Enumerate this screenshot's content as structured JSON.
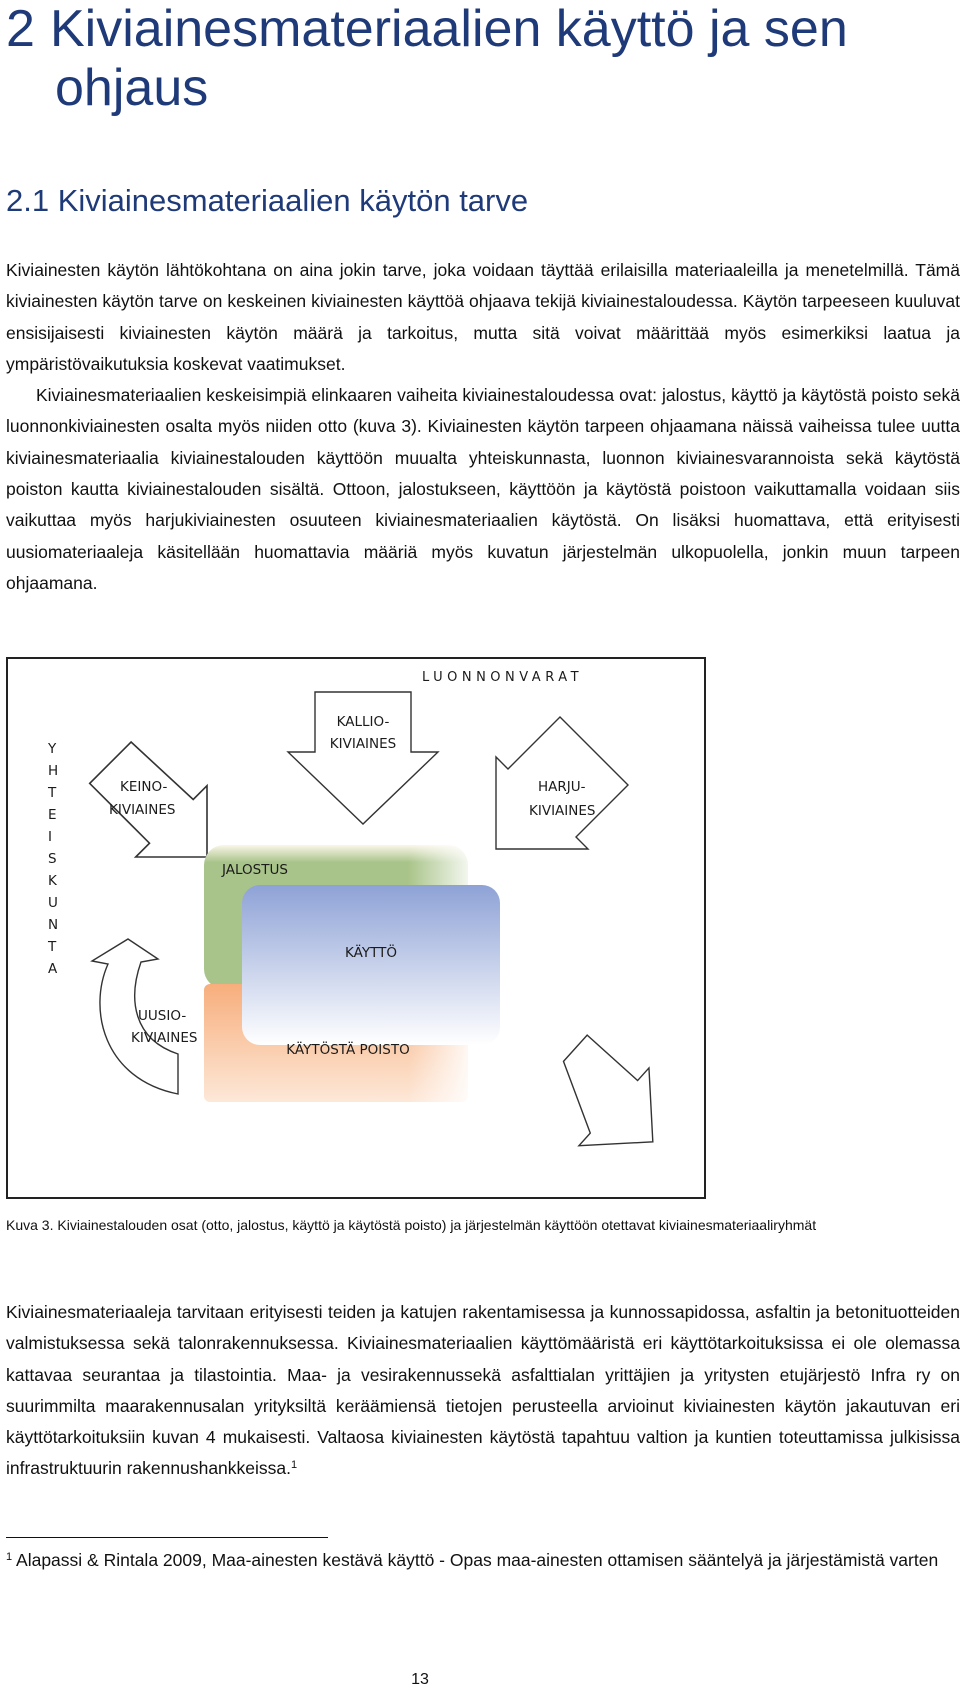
{
  "heading1": {
    "number": "2",
    "title_line1": "Kiviainesmateriaalien käyttö ja sen",
    "title_line2": "ohjaus"
  },
  "heading2": "2.1 Kiviainesmateriaalien käytön tarve",
  "paragraph1": {
    "part1": "Kiviainesten käytön lähtökohtana on aina jokin tarve, joka voidaan täyttää erilaisilla materiaaleilla ja menetelmillä. Tämä kiviainesten käytön tarve on keskeinen kiviainesten käyttöä ohjaava tekijä kiviainestaloudessa. Käytön tarpeeseen kuuluvat ensisijaisesti kiviainesten käytön määrä ja tarkoitus, mutta sitä voivat määrittää myös esimerkiksi laatua ja ympäristövaikutuksia koskevat vaatimukset.",
    "part2": "Kiviainesmateriaalien keskeisimpiä elinkaaren vaiheita kiviainestaloudessa ovat: jalostus, käyttö ja käytöstä poisto sekä luonnonkiviainesten osalta myös niiden otto (kuva 3). Kiviainesten käytön tarpeen ohjaamana näissä vaiheissa tulee uutta kiviainesmateriaalia kiviainestalouden käyttöön muualta yhteiskunnasta, luonnon kiviainesvarannoista sekä käytöstä poiston kautta kiviainestalouden sisältä. Ottoon, jalostukseen, käyttöön ja käytöstä poistoon vaikuttamalla voidaan siis vaikuttaa myös harjukiviainesten osuuteen kiviainesmateriaalien käytöstä. On lisäksi huomattava, että erityisesti uusiomateriaaleja käsitellään huomattavia määriä myös kuvatun järjestelmän ulkopuolella, jonkin muun tarpeen ohjaamana."
  },
  "diagram": {
    "top_label": "LUONNONVARAT",
    "side_label": [
      "Y",
      "H",
      "T",
      "E",
      "I",
      "S",
      "K",
      "U",
      "N",
      "T",
      "A"
    ],
    "kallio": [
      "KALLIO-",
      "KIVIAINES"
    ],
    "keino": [
      "KEINO-",
      "KIVIAINES"
    ],
    "harju": [
      "HARJU-",
      "KIVIAINES"
    ],
    "uusio": [
      "UUSIO-",
      "KIVIAINES"
    ],
    "jalostus": "JALOSTUS",
    "kaytto": "KÄYTTÖ",
    "poisto": "KÄYTÖSTÄ POISTO",
    "colors": {
      "arrow_stroke": "#333333",
      "jalostus_green": "#a9c48a",
      "poisto_orange": "#f7ae7c",
      "kaytto_blue": "#8ea2d6"
    }
  },
  "caption": "Kuva 3. Kiviainestalouden osat (otto, jalostus, käyttö ja käytöstä poisto) ja järjestelmän käyttöön otettavat kiviainesmateriaaliryhmät",
  "paragraph2": {
    "text": "Kiviainesmateriaaleja tarvitaan erityisesti teiden ja katujen rakentamisessa ja kunnossapidossa, asfaltin ja betonituotteiden valmistuksessa sekä talonrakennuksessa. Kiviainesmateriaalien käyttömääristä eri käyttötarkoituksissa ei ole olemassa kattavaa seurantaa ja tilastointia. Maa- ja vesirakennussekä asfalttialan yrittäjien ja yritysten etujärjestö Infra ry on suurimmilta maarakennusalan yrityksiltä keräämiensä tietojen perusteella arvioinut kiviainesten käytön jakautuvan eri käyttötarkoituksiin kuvan 4 mukaisesti. Valtaosa kiviainesten käytöstä tapahtuu valtion ja kuntien toteuttamissa julkisissa infrastruktuurin rakennushankkeissa.",
    "footnote_ref": "1"
  },
  "footnote": {
    "number": "1",
    "text": "Alapassi & Rintala 2009, Maa-ainesten kestävä käyttö - Opas maa-ainesten ottamisen sääntelyä ja järjestämistä varten"
  },
  "page_number": "13"
}
